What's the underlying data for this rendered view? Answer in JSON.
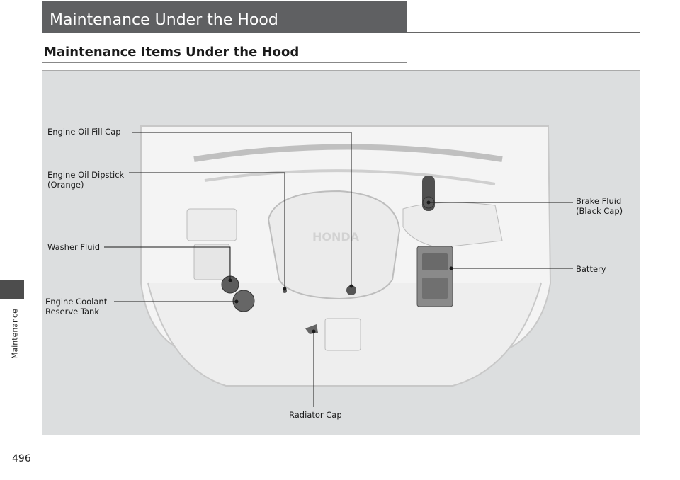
{
  "page": {
    "title": "Maintenance Under the Hood",
    "subheading": "Maintenance Items Under the Hood",
    "section_tab": "Maintenance",
    "page_number": "496"
  },
  "figure": {
    "brand_mark": "HONDA",
    "callouts": {
      "oil_fill_cap": "Engine Oil Fill Cap",
      "oil_dipstick": "Engine Oil Dipstick\n(Orange)",
      "washer_fluid": "Washer Fluid",
      "coolant_tank": "Engine Coolant\nReserve Tank",
      "brake_fluid": "Brake Fluid\n(Black Cap)",
      "battery": "Battery",
      "radiator_cap": "Radiator Cap"
    }
  },
  "colors": {
    "header_bar": "#5f6062",
    "figure_background": "#dcdedf",
    "engine_bay": "#f4f4f4",
    "component_dark": "#555555"
  }
}
